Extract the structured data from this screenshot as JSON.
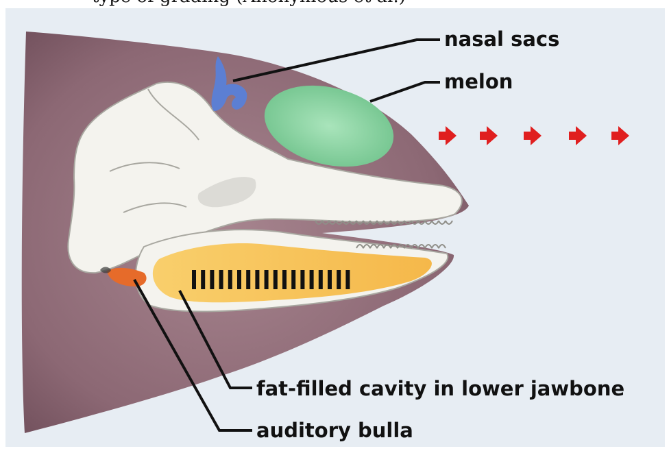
{
  "top_caption": "type of grading (Anonymous et al.)",
  "labels": {
    "nasal_sacs": "nasal sacs",
    "melon": "melon",
    "fat_cavity": "fat-filled cavity in lower jawbone",
    "auditory_bulla": "auditory bulla"
  },
  "colors": {
    "background": "#e7edf3",
    "head": "#8c6874",
    "head_dark": "#6f4e5a",
    "bone": "#f4f3ee",
    "bone_shadow": "#c9c8c2",
    "melon": "#88d3a0",
    "nasal_sacs": "#5c7fd3",
    "fat_cavity": "#f5c15c",
    "bulla": "#e66b2a",
    "sound_arrow": "#e01f1f",
    "leader": "#111111"
  },
  "sound_arrows_count": 5,
  "jaw_stripes_count": 18
}
